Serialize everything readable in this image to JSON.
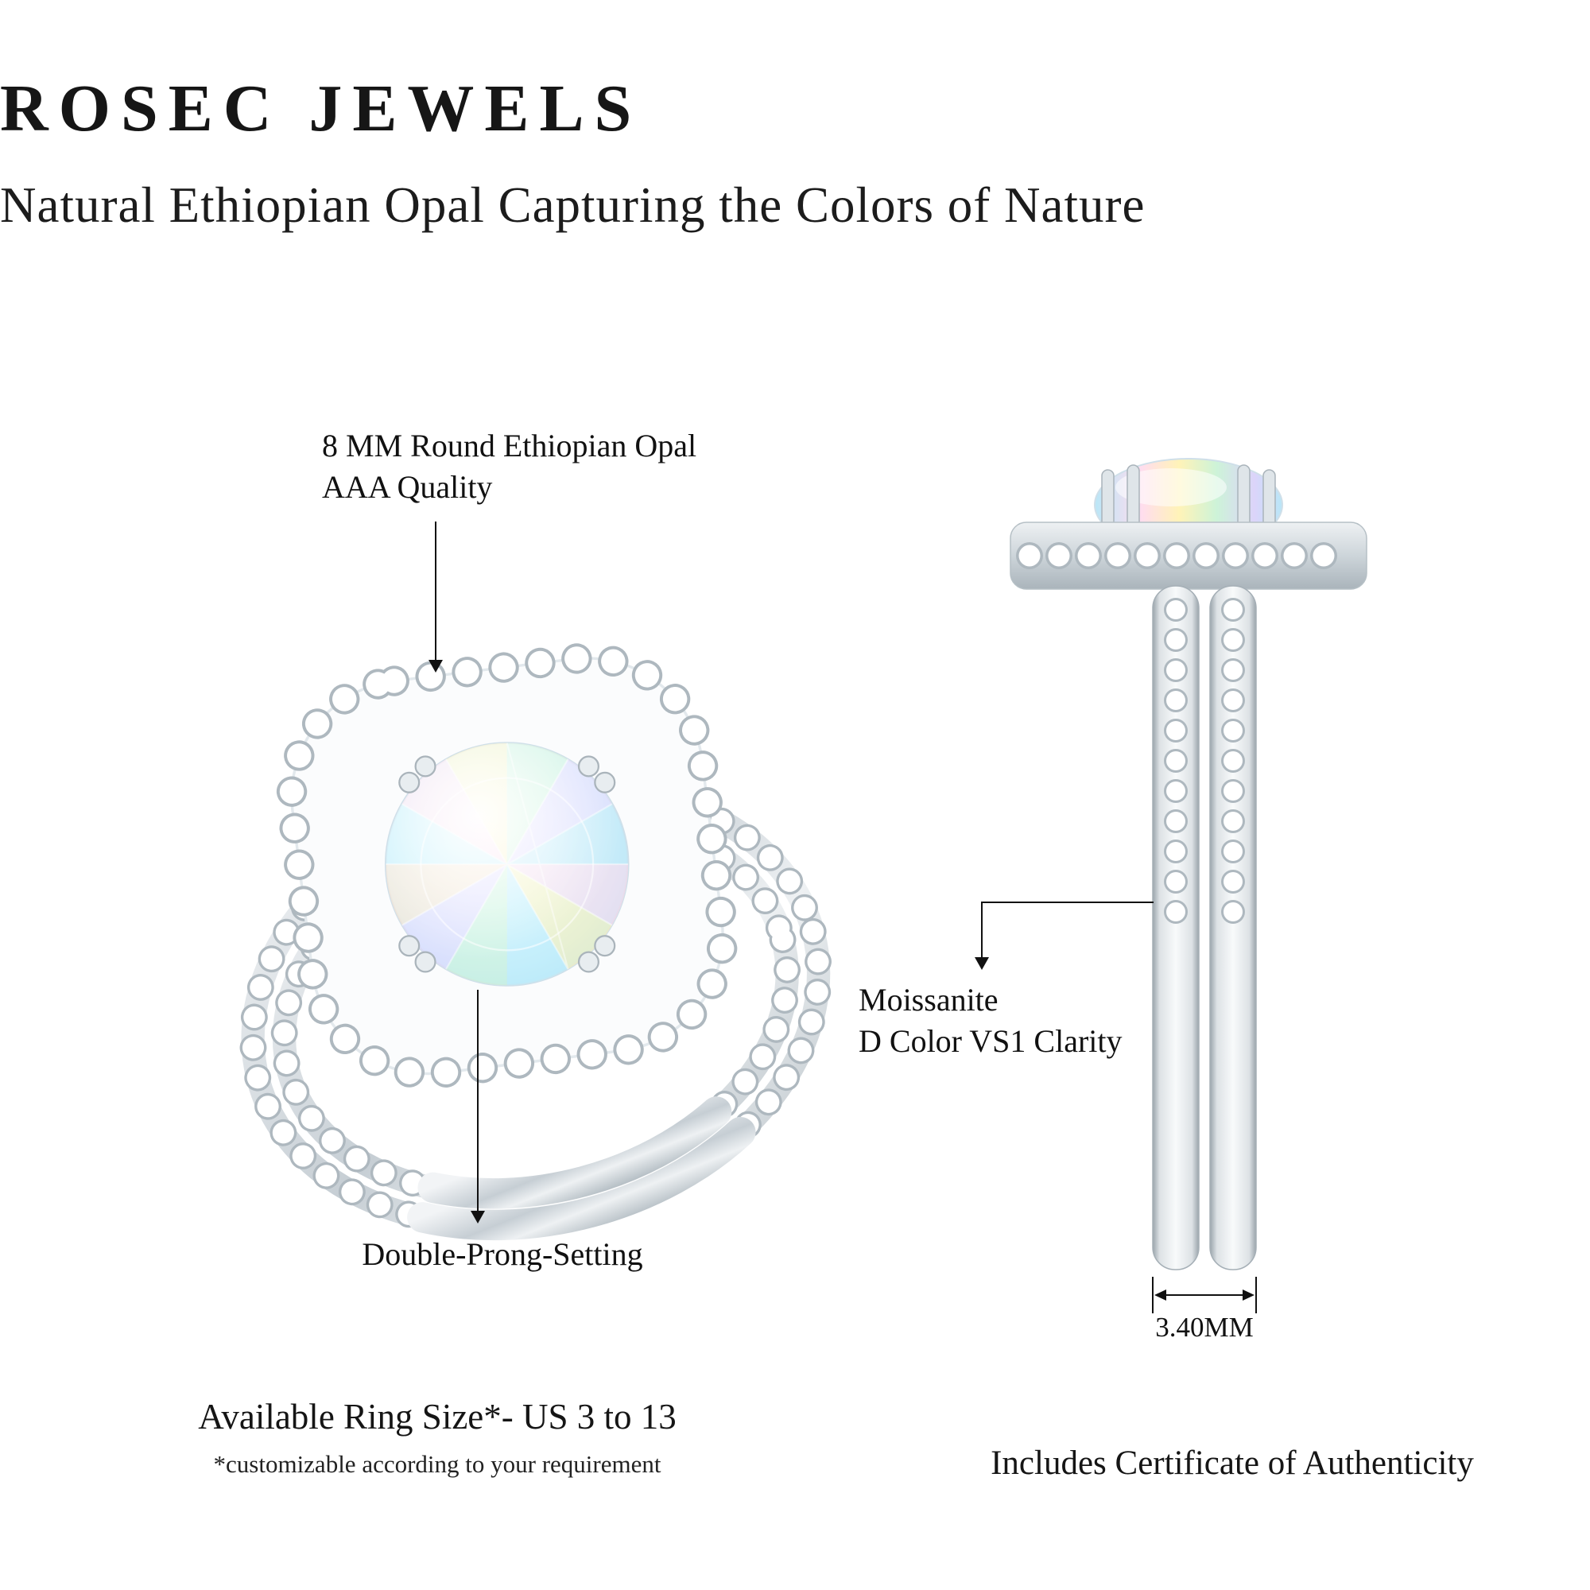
{
  "header": {
    "title": "ROSEC JEWELS",
    "subtitle": "Natural Ethiopian Opal Capturing the Colors of Nature"
  },
  "callouts": {
    "opal": {
      "line1": "8 MM Round Ethiopian Opal",
      "line2": "AAA Quality"
    },
    "prong_setting": {
      "label": "Double-Prong-Setting"
    },
    "moissanite": {
      "line1": "Moissanite",
      "line2": "D Color VS1 Clarity"
    },
    "band_width": {
      "label": "3.40MM"
    }
  },
  "footer": {
    "ring_size": "Available Ring Size*- US 3 to 13",
    "customizable": "*customizable according to your requirement",
    "certificate": "Includes Certificate of Authenticity"
  },
  "product": {
    "metal_color": "#d7dde1",
    "diamond_color": "#ffffff",
    "annotation_color": "#111111",
    "opal_palette": [
      "#bfe9f8",
      "#ffd9ec",
      "#fff3b3",
      "#cdf5d6",
      "#e4d6ff",
      "#ffe3c9"
    ]
  }
}
